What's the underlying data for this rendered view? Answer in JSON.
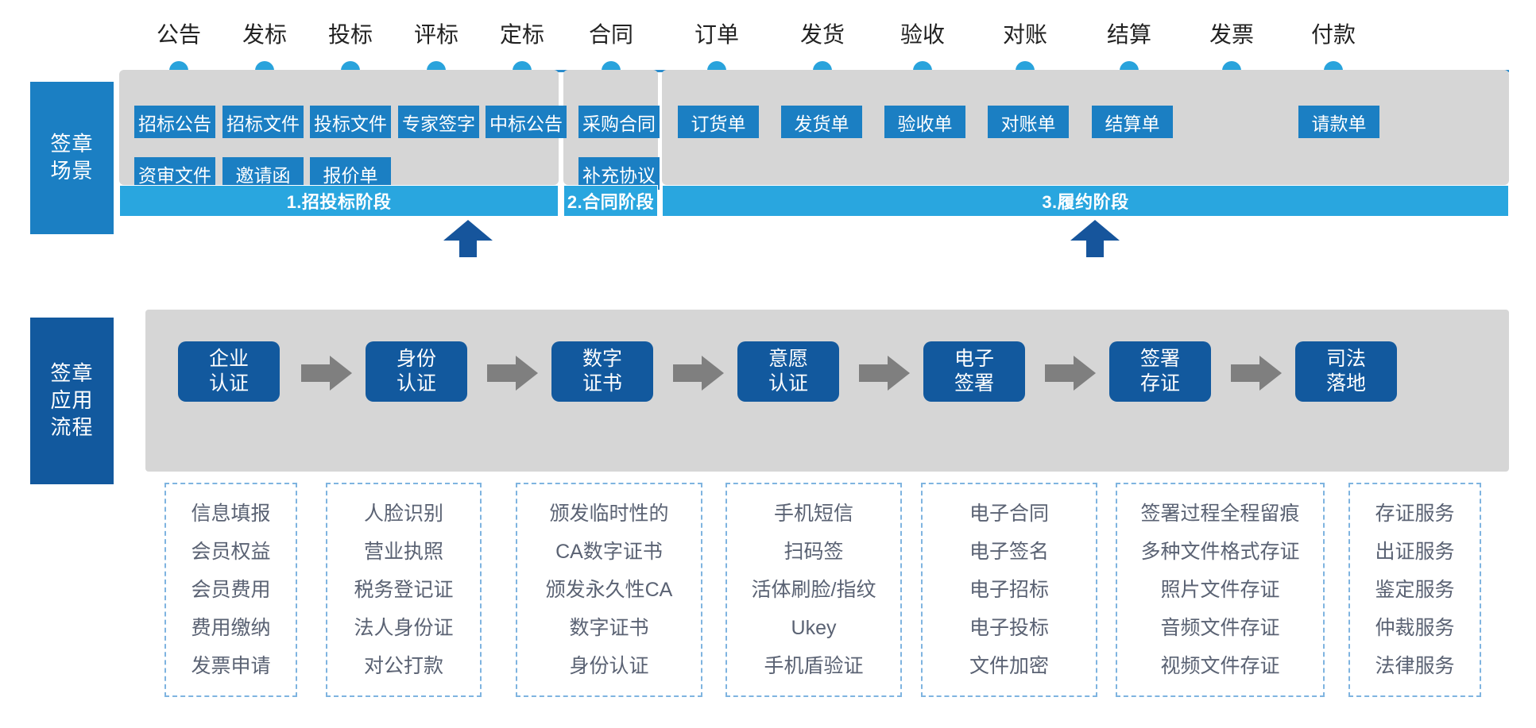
{
  "side_labels": {
    "scene": [
      "签章",
      "场景"
    ],
    "flow": [
      "签章",
      "应用",
      "流程"
    ]
  },
  "timeline": {
    "nodes": [
      {
        "label": "公告"
      },
      {
        "label": "发标"
      },
      {
        "label": "投标"
      },
      {
        "label": "评标"
      },
      {
        "label": "定标"
      },
      {
        "label": "合同"
      },
      {
        "label": "订单"
      },
      {
        "label": "发货"
      },
      {
        "label": "验收"
      },
      {
        "label": "对账"
      },
      {
        "label": "结算"
      },
      {
        "label": "发票"
      },
      {
        "label": "付款"
      }
    ]
  },
  "scene_badges": {
    "row1": [
      "招标公告",
      "招标文件",
      "投标文件",
      "专家签字",
      "中标公告",
      "采购合同",
      "订货单",
      "发货单",
      "验收单",
      "对账单",
      "结算单",
      "请款单"
    ],
    "row2": [
      "资审文件",
      "邀请函",
      "报价单",
      "补充协议"
    ]
  },
  "stage_bars": [
    {
      "label": "1.招投标阶段"
    },
    {
      "label": "2.合同阶段"
    },
    {
      "label": "3.履约阶段"
    }
  ],
  "flow_steps": [
    {
      "lines": [
        "企业",
        "认证"
      ]
    },
    {
      "lines": [
        "身份",
        "认证"
      ]
    },
    {
      "lines": [
        "数字",
        "证书"
      ]
    },
    {
      "lines": [
        "意愿",
        "认证"
      ]
    },
    {
      "lines": [
        "电子",
        "签署"
      ]
    },
    {
      "lines": [
        "签署",
        "存证"
      ]
    },
    {
      "lines": [
        "司法",
        "落地"
      ]
    }
  ],
  "detail_groups": [
    {
      "items": [
        "信息填报",
        "会员权益",
        "会员费用",
        "费用缴纳",
        "发票申请"
      ]
    },
    {
      "items": [
        "人脸识别",
        "营业执照",
        "税务登记证",
        "法人身份证",
        "对公打款"
      ]
    },
    {
      "items": [
        "颁发临时性的",
        "CA数字证书",
        "颁发永久性CA",
        "数字证书",
        "身份认证"
      ]
    },
    {
      "items": [
        "手机短信",
        "扫码签",
        "活体刷脸/指纹",
        "Ukey",
        "手机盾验证"
      ]
    },
    {
      "items": [
        "电子合同",
        "电子签名",
        "电子招标",
        "电子投标",
        "文件加密"
      ]
    },
    {
      "items": [
        "签署过程全程留痕",
        "多种文件格式存证",
        "照片文件存证",
        "音频文件存证",
        "视频文件存证"
      ]
    },
    {
      "items": [
        "存证服务",
        "出证服务",
        "鉴定服务",
        "仲裁服务",
        "法律服务"
      ]
    }
  ],
  "colors": {
    "badge_blue": "#1B7FC3",
    "stage_blue": "#29A6DF",
    "flow_blue": "#12599E",
    "panel_grey": "#D6D6D6",
    "arrow_grey": "#7F7F7F",
    "dash_border": "#7FB4E0"
  }
}
